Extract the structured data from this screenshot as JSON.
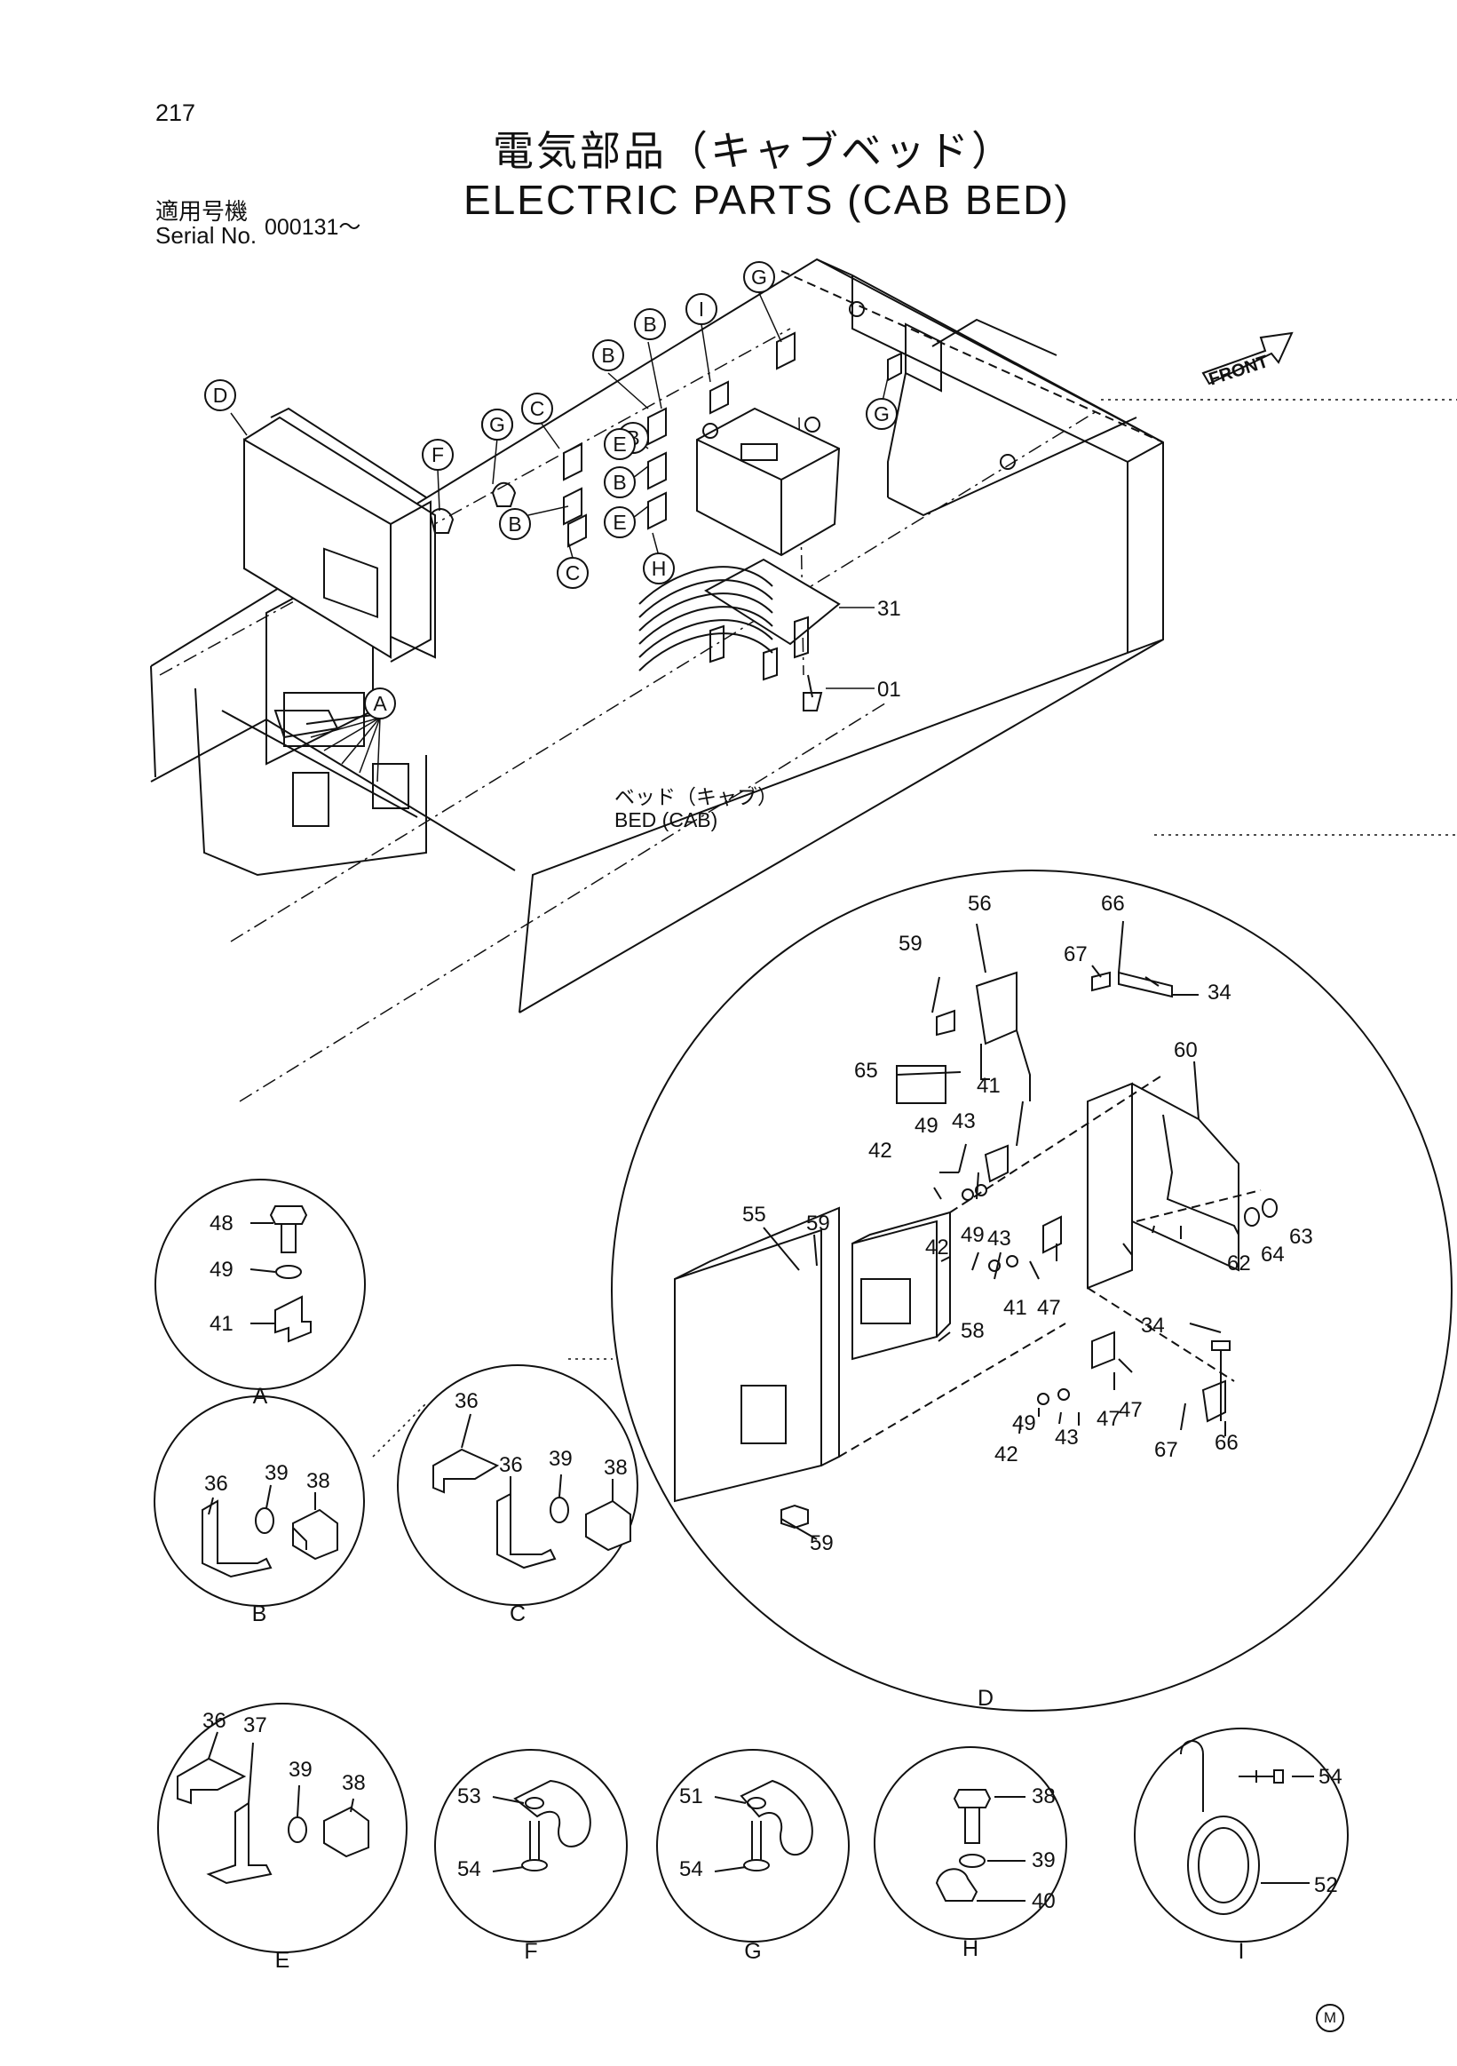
{
  "header": {
    "page_number": "217",
    "title_jp": "電気部品（キャブベッド）",
    "title_en": "ELECTRIC PARTS (CAB BED)",
    "serial_label_jp": "適用号機",
    "serial_label_en": "Serial No.",
    "serial_value": "000131～"
  },
  "front_label": "FRONT",
  "bed_label_jp": "ベッド（キャブ）",
  "bed_label_en": "BED (CAB)",
  "corner_mark": "M",
  "main_callouts": [
    "G",
    "I",
    "B",
    "B",
    "B",
    "G",
    "C",
    "G",
    "F",
    "D",
    "E",
    "B",
    "E",
    "B",
    "C",
    "H",
    "A",
    "G"
  ],
  "main_part_numbers": [
    "31",
    "01"
  ],
  "detail_views": [
    {
      "letter": "A",
      "parts": [
        "48",
        "49",
        "41"
      ]
    },
    {
      "letter": "B",
      "parts": [
        "36",
        "39",
        "38"
      ]
    },
    {
      "letter": "C",
      "parts": [
        "36",
        "36",
        "39",
        "38"
      ]
    },
    {
      "letter": "D",
      "parts": [
        "56",
        "59",
        "67",
        "66",
        "34",
        "60",
        "65",
        "41",
        "43",
        "49",
        "42",
        "55",
        "59",
        "42",
        "49",
        "43",
        "41",
        "47",
        "62",
        "64",
        "63",
        "58",
        "34",
        "42",
        "49",
        "43",
        "47",
        "47",
        "67",
        "66",
        "59"
      ]
    },
    {
      "letter": "E",
      "parts": [
        "36",
        "37",
        "39",
        "38"
      ]
    },
    {
      "letter": "F",
      "parts": [
        "53",
        "54"
      ]
    },
    {
      "letter": "G",
      "parts": [
        "51",
        "54"
      ]
    },
    {
      "letter": "H",
      "parts": [
        "38",
        "39",
        "40"
      ]
    },
    {
      "letter": "I",
      "parts": [
        "54",
        "52"
      ]
    }
  ]
}
